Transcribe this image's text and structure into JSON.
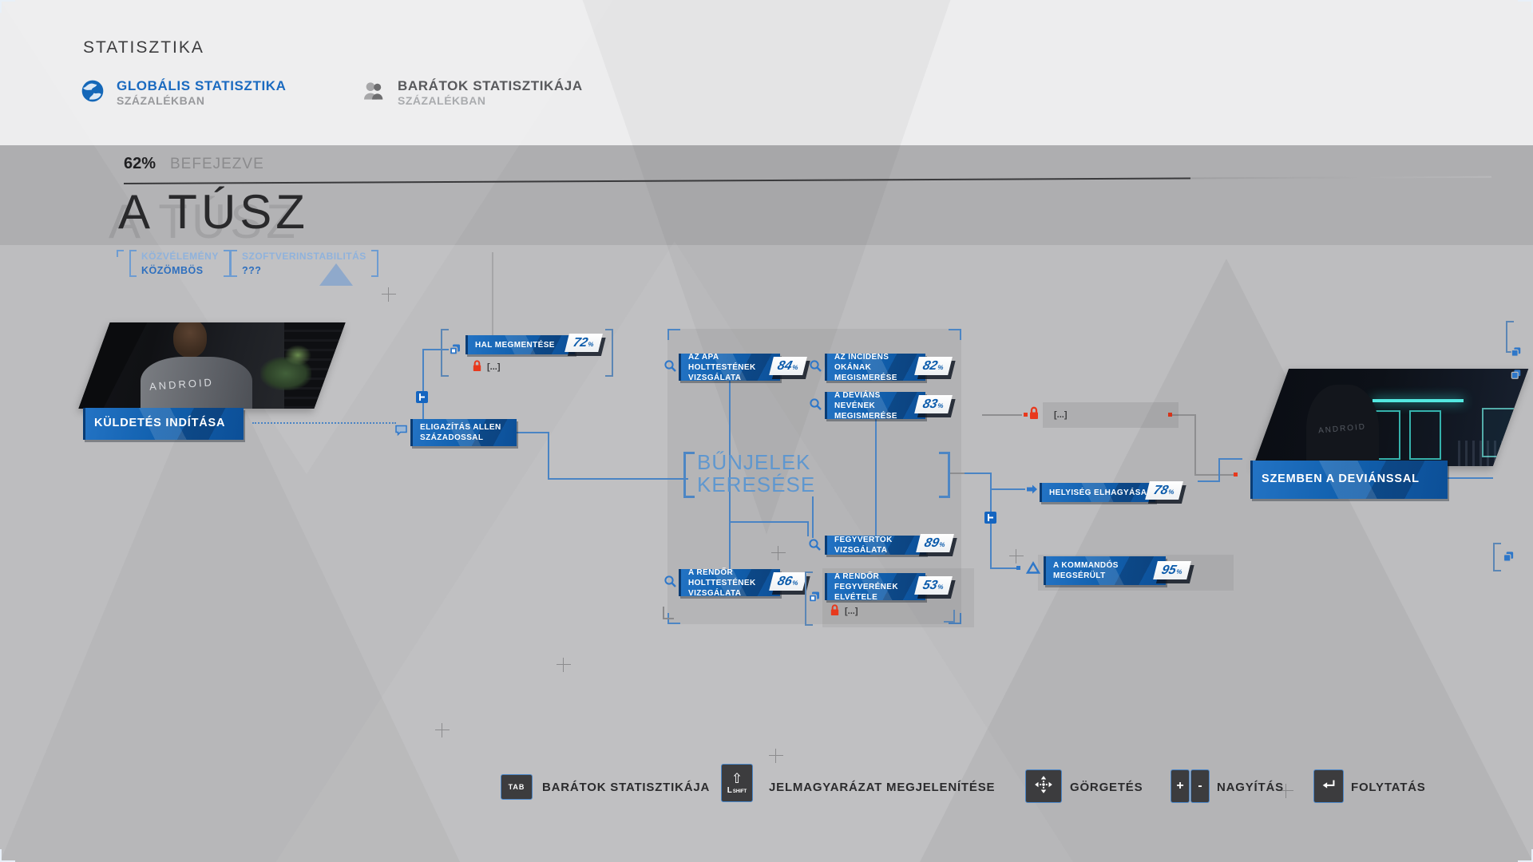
{
  "header": {
    "title": "STATISZTIKA",
    "tabs": [
      {
        "label": "GLOBÁLIS STATISZTIKA",
        "sub": "SZÁZALÉKBAN"
      },
      {
        "label": "BARÁTOK STATISZTIKÁJA",
        "sub": "SZÁZALÉKBAN"
      }
    ]
  },
  "chapter": {
    "progress_percent": "62%",
    "progress_label": "BEFEJEZVE",
    "title": "A TÚSZ"
  },
  "status": [
    {
      "label": "KÖZVÉLEMÉNY",
      "value": "KÖZÖMBÖS"
    },
    {
      "label": "SZOFTVERINSTABILITÁS",
      "value": "???"
    }
  ],
  "flowchart": {
    "start_label": "KÜLDETÉS INDÍTÁSA",
    "android_label": "ANDROID",
    "center_label": "BŰNJELEK KERESÉSE",
    "locked_label": "[...]",
    "percent_suffix": "%",
    "end_label": "SZEMBEN A DEVIÁNSSAL",
    "nodes": [
      {
        "label": "HAL MEGMENTÉSE",
        "percent": "72"
      },
      {
        "label": "ELIGAZÍTÁS ALLEN SZÁZADOSSAL",
        "percent": ""
      },
      {
        "label": "AZ APA HOLTTESTÉNEK VIZSGÁLATA",
        "percent": "84"
      },
      {
        "label": "AZ INCIDENS OKÁNAK MEGISMERÉSE",
        "percent": "82"
      },
      {
        "label": "A DEVIÁNS NEVÉNEK MEGISMERÉSE",
        "percent": "83"
      },
      {
        "label": "HELYISÉG ELHAGYÁSA",
        "percent": "78"
      },
      {
        "label": "FEGYVERTOK VIZSGÁLATA",
        "percent": "89"
      },
      {
        "label": "A RENDŐR HOLTTESTÉNEK VIZSGÁLATA",
        "percent": "86"
      },
      {
        "label": "A RENDŐR FEGYVERÉNEK ELVÉTELE",
        "percent": "53"
      },
      {
        "label": "A KOMMANDÓS MEGSÉRÜLT",
        "percent": "95"
      }
    ]
  },
  "footer": {
    "tab_key": "TAB",
    "shift_glyph": "⇧",
    "shift_key_l": "L",
    "shift_key_text": "SHIFT",
    "plus_key": "+",
    "minus_key": "-",
    "items": [
      "BARÁTOK STATISZTIKÁJA",
      "JELMAGYARÁZAT MEGJELENÍTÉSE",
      "GÖRGETÉS",
      "NAGYÍTÁS",
      "FOLYTATÁS"
    ]
  }
}
